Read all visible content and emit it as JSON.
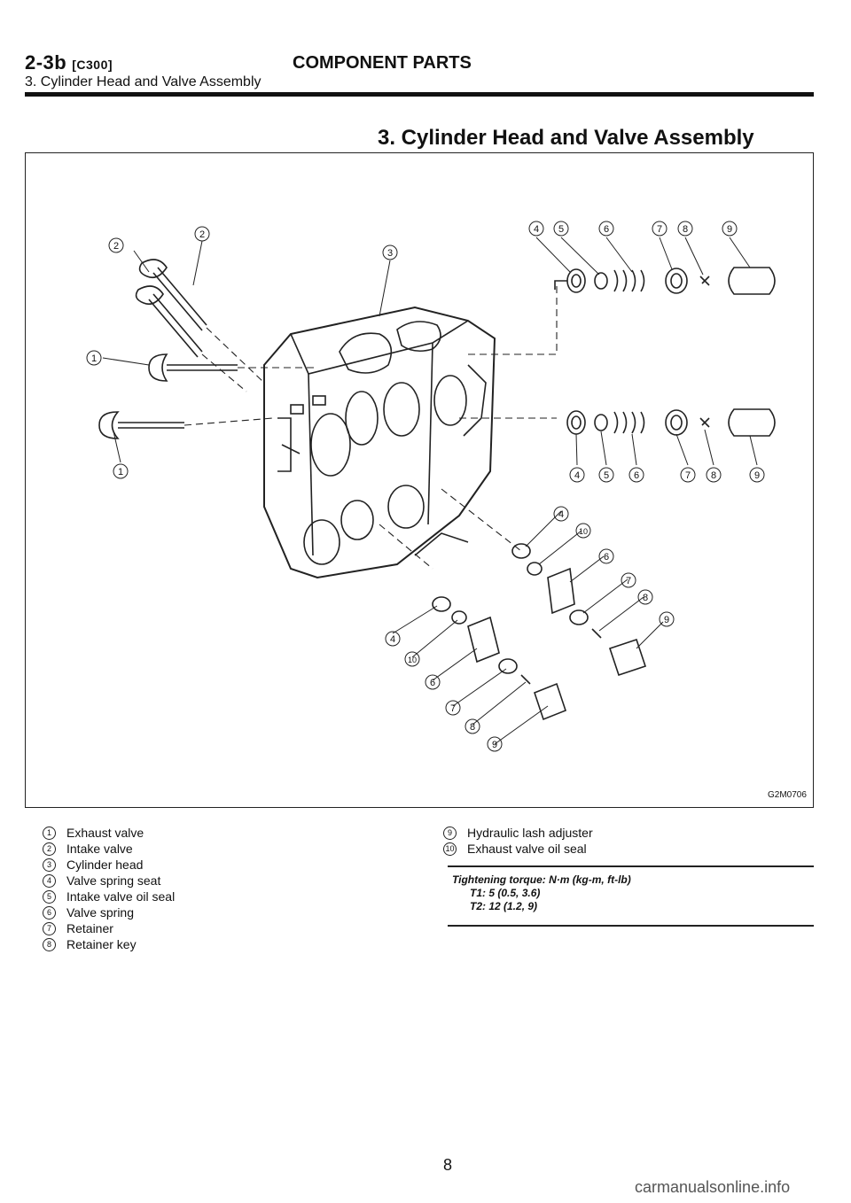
{
  "header": {
    "section_code": "2-3b",
    "section_ref": "[C300]",
    "title": "COMPONENT PARTS",
    "subtitle": "3. Cylinder Head and Valve Assembly"
  },
  "figure": {
    "title": "3. Cylinder Head and Valve Assembly",
    "code": "G2M0706",
    "callout_numbers": [
      "1",
      "2",
      "3",
      "4",
      "5",
      "6",
      "7",
      "8",
      "9",
      "10"
    ]
  },
  "legend_left": [
    {
      "num": "1",
      "label": "Exhaust valve"
    },
    {
      "num": "2",
      "label": "Intake valve"
    },
    {
      "num": "3",
      "label": "Cylinder head"
    },
    {
      "num": "4",
      "label": "Valve spring seat"
    },
    {
      "num": "5",
      "label": "Intake valve oil seal"
    },
    {
      "num": "6",
      "label": "Valve spring"
    },
    {
      "num": "7",
      "label": "Retainer"
    },
    {
      "num": "8",
      "label": "Retainer key"
    }
  ],
  "legend_right": [
    {
      "num": "9",
      "label": "Hydraulic lash adjuster"
    },
    {
      "num": "10",
      "label": "Exhaust valve oil seal"
    }
  ],
  "torque": {
    "heading": "Tightening torque: N·m (kg-m, ft-lb)",
    "t1": "T1: 5 (0.5, 3.6)",
    "t2": "T2: 12 (1.2, 9)"
  },
  "page_number": "8",
  "watermark": "carmanualsonline.info"
}
